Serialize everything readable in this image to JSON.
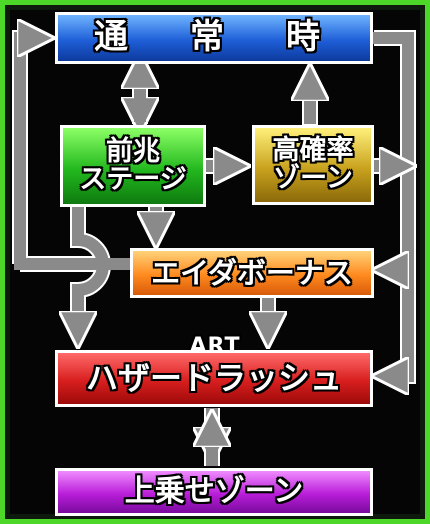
{
  "diagram": {
    "boxes": {
      "normal": "通　常　時",
      "zenchou": "前兆\nステージ",
      "koukakuritsu": "高確率\nゾーン",
      "eida_bonus": "エイダボーナス",
      "hazard_rush": "ハザードラッシュ",
      "uwanose_zone": "上乗せゾーン"
    },
    "art_label": "ART"
  },
  "colors": {
    "border_green": "#4dd829",
    "arrow_gray": "#8a8a8a",
    "arrow_outline": "#ffffff",
    "normal_blue": "#1f5fd8",
    "zenchou_green": "#22b81e",
    "koukakuritsu_gold": "#c8a21e",
    "eida_orange": "#ff8a1e",
    "hazard_red": "#d81e1e",
    "uwanose_purple": "#b81ed8"
  }
}
